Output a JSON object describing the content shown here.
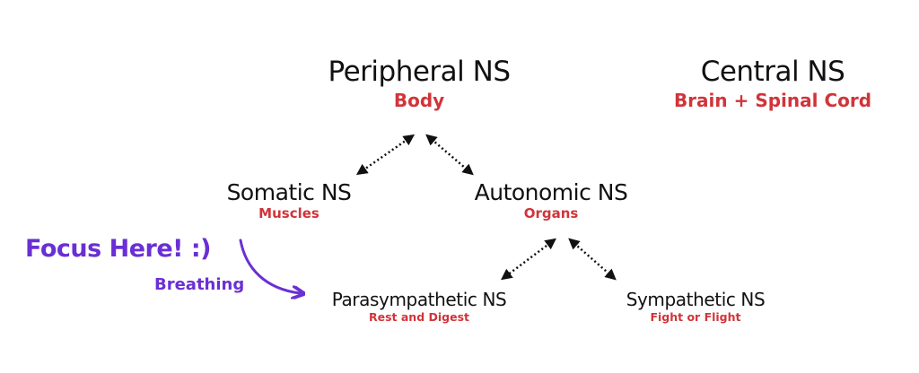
{
  "nodes": {
    "peripheral": {
      "title": "Peripheral NS",
      "subtitle": "Body"
    },
    "central": {
      "title": "Central NS",
      "subtitle": "Brain + Spinal Cord"
    },
    "somatic": {
      "title": "Somatic NS",
      "subtitle": "Muscles"
    },
    "autonomic": {
      "title": "Autonomic NS",
      "subtitle": "Organs"
    },
    "parasympathetic": {
      "title": "Parasympathetic NS",
      "subtitle": "Rest and Digest"
    },
    "sympathetic": {
      "title": "Sympathetic NS",
      "subtitle": "Fight or Flight"
    }
  },
  "annotation": {
    "focus": "Focus Here! :)",
    "breathing": "Breathing"
  },
  "colors": {
    "title": "#111111",
    "subtitle": "#d1343a",
    "annotation": "#6a2fd4",
    "arrow": "#111111"
  }
}
